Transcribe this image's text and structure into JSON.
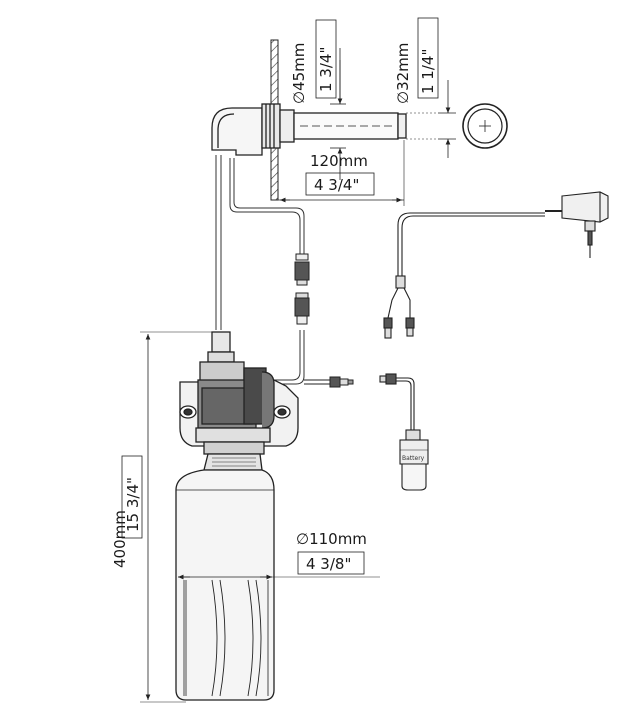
{
  "dimensions": {
    "diameter_45": {
      "metric": "∅45mm",
      "imperial": "1 3/4\""
    },
    "diameter_32": {
      "metric": "∅32mm",
      "imperial": "1 1/4\""
    },
    "length_120": {
      "metric": "120mm",
      "imperial": "4 3/4\""
    },
    "height_400": {
      "metric": "400mm",
      "imperial": "15 3/4\""
    },
    "diameter_110": {
      "metric": "∅110mm",
      "imperial": "4 3/8\""
    }
  },
  "battery_label": "Battery",
  "colors": {
    "line": "#222222",
    "part_fill": "#f4f4f4",
    "dark_fill": "#555555"
  }
}
